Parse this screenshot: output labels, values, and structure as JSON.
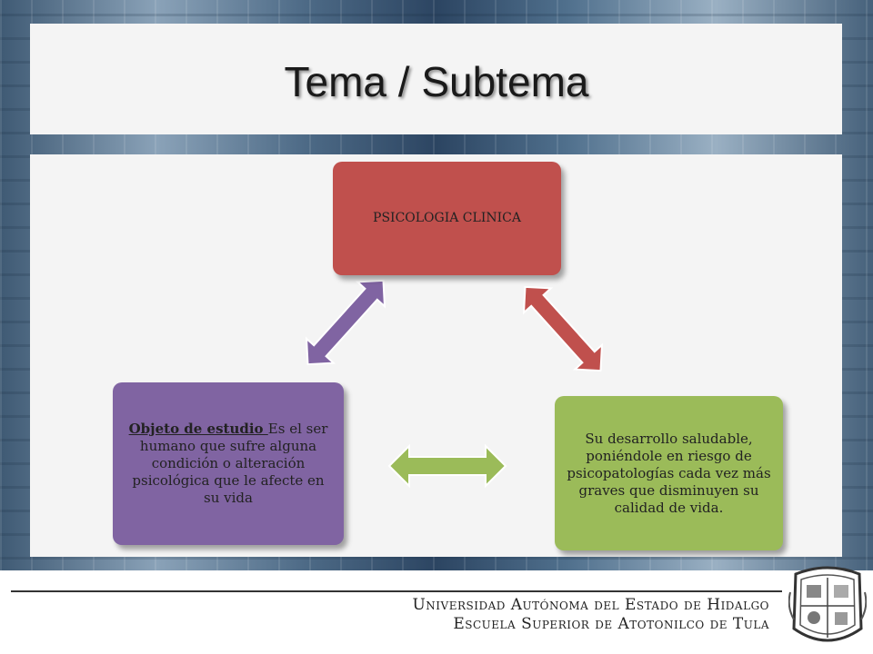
{
  "slide": {
    "title": "Tema / Subtema"
  },
  "diagram": {
    "top_node": "PSICOLOGIA  CLINICA",
    "left_node": {
      "lead": "Objeto de estudio ",
      "text": "Es el ser humano que sufre alguna condición o alteración psicológica que le afecte en su vida"
    },
    "right_node": "Su desarrollo saludable, poniéndole en riesgo de psicopatologías cada vez más graves que disminuyen su calidad de vida.",
    "colors": {
      "top": "#c0504d",
      "left": "#8064a2",
      "right": "#9bbb59"
    }
  },
  "footer": {
    "line1": "Universidad Autónoma del Estado de Hidalgo",
    "line2": "Escuela Superior de Atotonilco de Tula"
  },
  "icons": [
    "university-seal-icon"
  ]
}
